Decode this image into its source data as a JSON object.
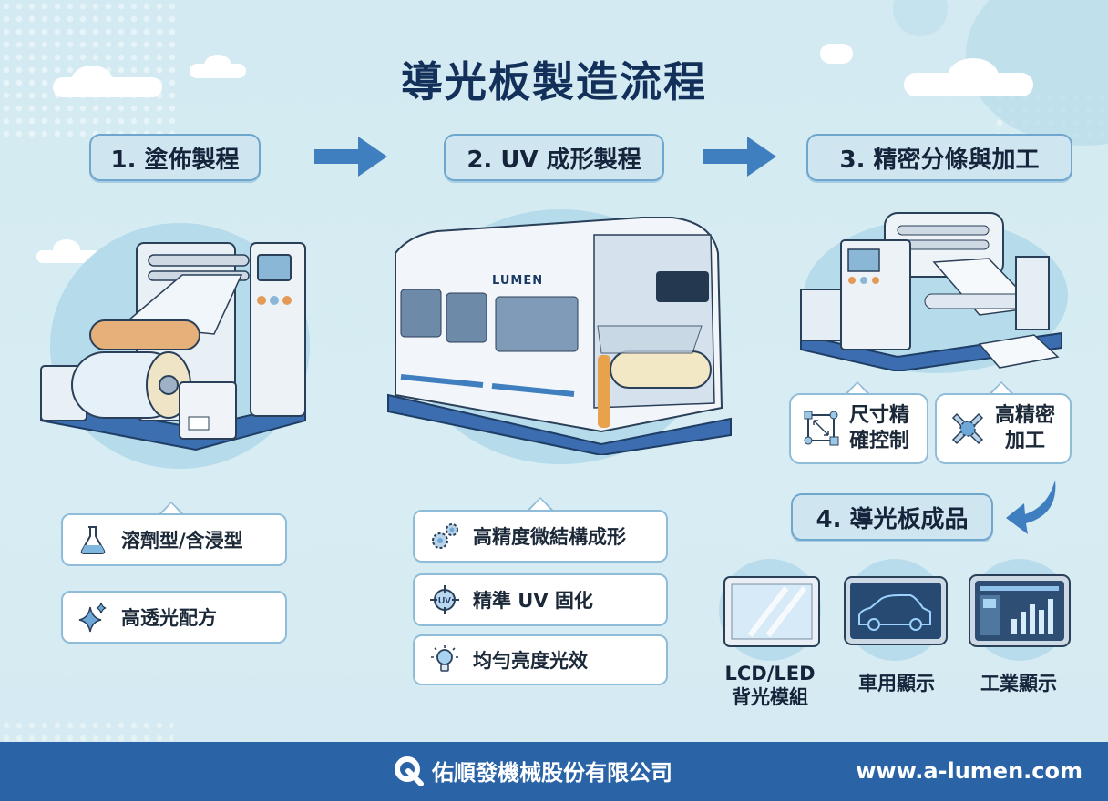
{
  "title": "導光板製造流程",
  "steps": [
    {
      "label": "1. 塗佈製程"
    },
    {
      "label": "2. UV 成形製程"
    },
    {
      "label": "3. 精密分條與加工"
    },
    {
      "label": "4. 導光板成品"
    }
  ],
  "step1": {
    "machine": "coating-machine",
    "features": [
      {
        "icon": "flask-icon",
        "label": "溶劑型/含浸型"
      },
      {
        "icon": "sparkle-icon",
        "label": "高透光配方"
      }
    ]
  },
  "step2": {
    "machine": "uv-forming-machine",
    "brand": "LUMEN",
    "features": [
      {
        "icon": "gears-icon",
        "label": "高精度微結構成形"
      },
      {
        "icon": "uv-target-icon",
        "label": "精準 UV 固化"
      },
      {
        "icon": "lightbulb-icon",
        "label": "均勻亮度光效"
      }
    ]
  },
  "step3": {
    "machine": "slitting-machine",
    "features": [
      {
        "icon": "dimension-icon",
        "line1": "尺寸精",
        "line2": "確控制"
      },
      {
        "icon": "precision-tools-icon",
        "line1": "高精密",
        "line2": "加工"
      }
    ]
  },
  "products": [
    {
      "icon": "backlight-panel-icon",
      "line1": "LCD/LED",
      "line2": "背光模組"
    },
    {
      "icon": "car-display-icon",
      "line1": "車用顯示",
      "line2": ""
    },
    {
      "icon": "industrial-display-icon",
      "line1": "工業顯示",
      "line2": ""
    }
  ],
  "footer": {
    "company": "佑順發機械股份有限公司",
    "url": "www.a-lumen.com"
  },
  "colors": {
    "background": "#d3eaf2",
    "title": "#13305a",
    "step_box": "#cfe6f1",
    "step_border": "#6fa6cd",
    "arrow": "#3f7fc0",
    "footer": "#2a64a6"
  }
}
